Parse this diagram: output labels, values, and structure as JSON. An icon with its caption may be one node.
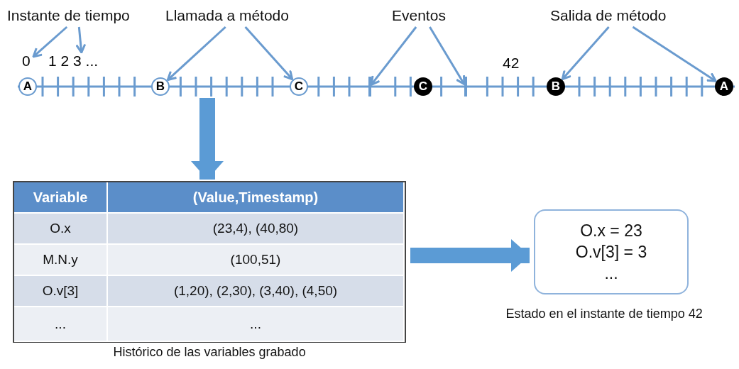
{
  "diagram": {
    "nodes": [
      {
        "text": [
          "Instante de tiempo"
        ]
      },
      {
        "text": [
          "Llamada a método"
        ]
      },
      {
        "text": [
          "Eventos"
        ]
      },
      {
        "text": [
          "Salida de método"
        ]
      },
      {
        "text": [
          "0"
        ]
      },
      {
        "text": [
          "1 2 3 ..."
        ]
      },
      {
        "text": [],
        "shape": "bar"
      },
      {
        "text": [
          "A"
        ],
        "in": 6
      },
      {
        "text": [
          "B"
        ],
        "in": 6
      },
      {
        "text": [
          "C"
        ],
        "in": 6
      },
      {
        "text": [],
        "shape": "bar",
        "in": 6
      },
      {
        "text": [
          "C"
        ],
        "in": 6
      },
      {
        "text": [],
        "shape": "bar",
        "in": 6
      },
      {
        "text": [
          "B"
        ],
        "in": 6
      },
      {
        "text": [
          "A"
        ],
        "in": 6
      },
      {
        "text": [
          "Variable",
          "(Value,Timestamp)",
          "O.x",
          "(23,4), (40,80)",
          "M.N.y",
          "(100,51)",
          "O.v[3]",
          "(1,20), (2,30), (3,40), (4,50)",
          "...",
          "..."
        ],
        "beside": [
          "Histórico de las variables grabado"
        ]
      },
      {
        "text": [
          "O.x = 23",
          "O.v[3] = 3",
          "..."
        ],
        "beside": [
          "Estado en el instante de tiempo 42"
        ]
      }
    ],
    "edges": [
      {
        "from": 0,
        "to": 4,
        "arrow": "to"
      },
      {
        "from": 0,
        "to": 5,
        "arrow": "to"
      },
      {
        "from": 1,
        "to": 8,
        "arrow": "to"
      },
      {
        "from": 1,
        "to": 9,
        "arrow": "to"
      },
      {
        "from": 2,
        "to": 10,
        "arrow": "to"
      },
      {
        "from": 2,
        "to": 12,
        "arrow": "to"
      },
      {
        "from": 3,
        "to": 13,
        "arrow": "to"
      },
      {
        "from": 3,
        "to": 14,
        "arrow": "to"
      },
      {
        "from": 6,
        "to": 15,
        "arrow": "to",
        "style": "thick"
      },
      {
        "from": 15,
        "to": 16,
        "arrow": "to",
        "style": "thick"
      }
    ],
    "labels": [
      "42"
    ]
  }
}
